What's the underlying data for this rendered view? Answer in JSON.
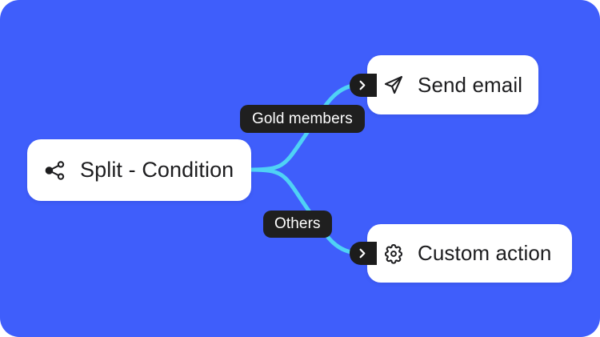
{
  "canvas": {
    "background_color": "#3f5efb",
    "corner_radius": "24px"
  },
  "flow": {
    "connector_color": "#4fd2f5",
    "nodes": [
      {
        "id": "split",
        "label": "Split - Condition",
        "icon": "share-icon",
        "card_color": "#ffffff",
        "text_color": "#1d1d1f"
      },
      {
        "id": "send_email",
        "label": "Send email",
        "icon": "paper-plane-icon",
        "card_color": "#ffffff",
        "text_color": "#1d1d1f",
        "port_icon": "chevron-right-icon"
      },
      {
        "id": "custom_action",
        "label": "Custom action",
        "icon": "gear-icon",
        "card_color": "#ffffff",
        "text_color": "#1d1d1f",
        "port_icon": "chevron-right-icon"
      }
    ],
    "edges": [
      {
        "id": "edge_gold",
        "from": "split",
        "to": "send_email",
        "label": "Gold members",
        "label_background": "#1f1f1f",
        "label_color": "#ffffff"
      },
      {
        "id": "edge_others",
        "from": "split",
        "to": "custom_action",
        "label": "Others",
        "label_background": "#1f1f1f",
        "label_color": "#ffffff"
      }
    ]
  }
}
